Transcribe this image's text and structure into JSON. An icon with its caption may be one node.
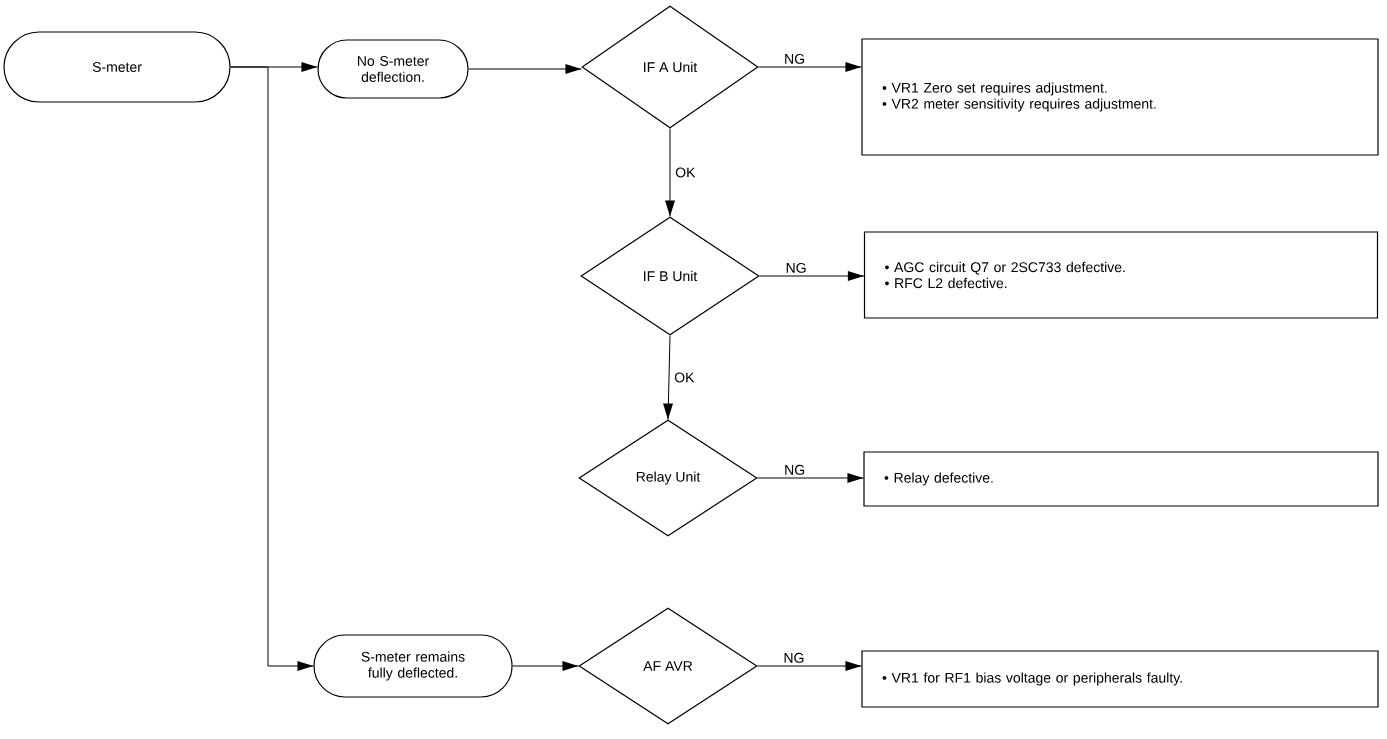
{
  "diagram": {
    "nodes": [
      {
        "text": [
          "S-meter"
        ]
      },
      {
        "text": [
          "No S-meter deflection."
        ]
      },
      {
        "text": [
          "IF A Unit"
        ]
      },
      {
        "text": [
          "• VR1 Zero set requires adjustment.",
          "• VR2 meter sensitivity requires adjustment."
        ]
      },
      {
        "text": [
          "IF B Unit"
        ]
      },
      {
        "text": [
          "• AGC circuit Q7 or 2SC733 defective.",
          "• RFC L2 defective."
        ]
      },
      {
        "text": [
          "Relay Unit"
        ]
      },
      {
        "text": [
          "• Relay defective."
        ]
      },
      {
        "text": [
          "S-meter remains fully deflected."
        ]
      },
      {
        "text": [
          "AF AVR"
        ]
      },
      {
        "text": [
          "• VR1 for RF1 bias voltage or peripherals faulty."
        ]
      }
    ],
    "edges": [
      {
        "from": 0,
        "to": 1,
        "arrow": "to"
      },
      {
        "from": 0,
        "to": 8,
        "arrow": "to"
      },
      {
        "from": 1,
        "to": 2,
        "arrow": "to"
      },
      {
        "from": 2,
        "to": 3,
        "label": "NG",
        "arrow": "to"
      },
      {
        "from": 2,
        "to": 4,
        "label": "OK",
        "arrow": "to"
      },
      {
        "from": 4,
        "to": 5,
        "label": "NG",
        "arrow": "to"
      },
      {
        "from": 4,
        "to": 6,
        "label": "OK",
        "arrow": "to"
      },
      {
        "from": 6,
        "to": 7,
        "label": "NG",
        "arrow": "to"
      },
      {
        "from": 8,
        "to": 9,
        "arrow": "to"
      },
      {
        "from": 9,
        "to": 10,
        "label": "NG",
        "arrow": "to"
      }
    ]
  }
}
